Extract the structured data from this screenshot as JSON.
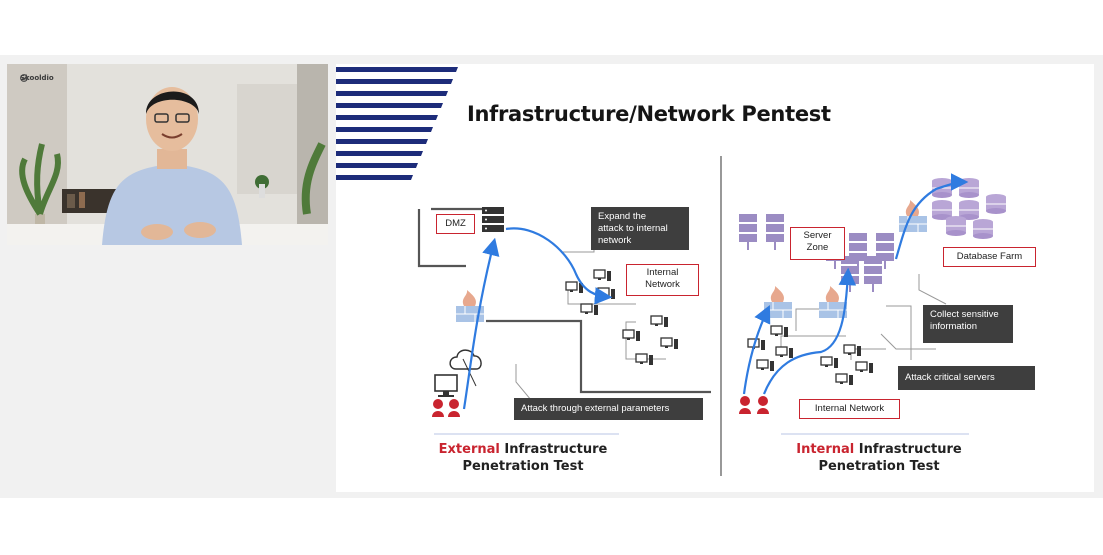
{
  "webcam": {
    "brand": "Skooldio"
  },
  "slide": {
    "title": "Infrastructure/Network Pentest",
    "left": {
      "dmz": "DMZ",
      "expand": [
        "Expand the",
        "attack to internal",
        "network"
      ],
      "internal_network": [
        "Internal",
        "Network"
      ],
      "attack_external": "Attack through external parameters",
      "caption_highlight": "External",
      "caption_rest": " Infrastructure",
      "caption_line2": "Penetration Test"
    },
    "right": {
      "server_zone": [
        "Server",
        "Zone"
      ],
      "database_farm": "Database Farm",
      "collect": [
        "Collect sensitive",
        "information"
      ],
      "attack_critical": "Attack critical servers",
      "internal_network": "Internal Network",
      "caption_highlight": "Internal",
      "caption_rest": " Infrastructure",
      "caption_line2": "Penetration Test"
    }
  },
  "colors": {
    "accent_red": "#c9242f",
    "arrow_blue": "#2f7be0",
    "navy": "#1d2c7a",
    "dark_box": "#3e3e3e"
  },
  "icons": [
    "server-icon",
    "computer-icon",
    "firewall-icon",
    "cloud-icon",
    "user-icon",
    "database-icon"
  ]
}
